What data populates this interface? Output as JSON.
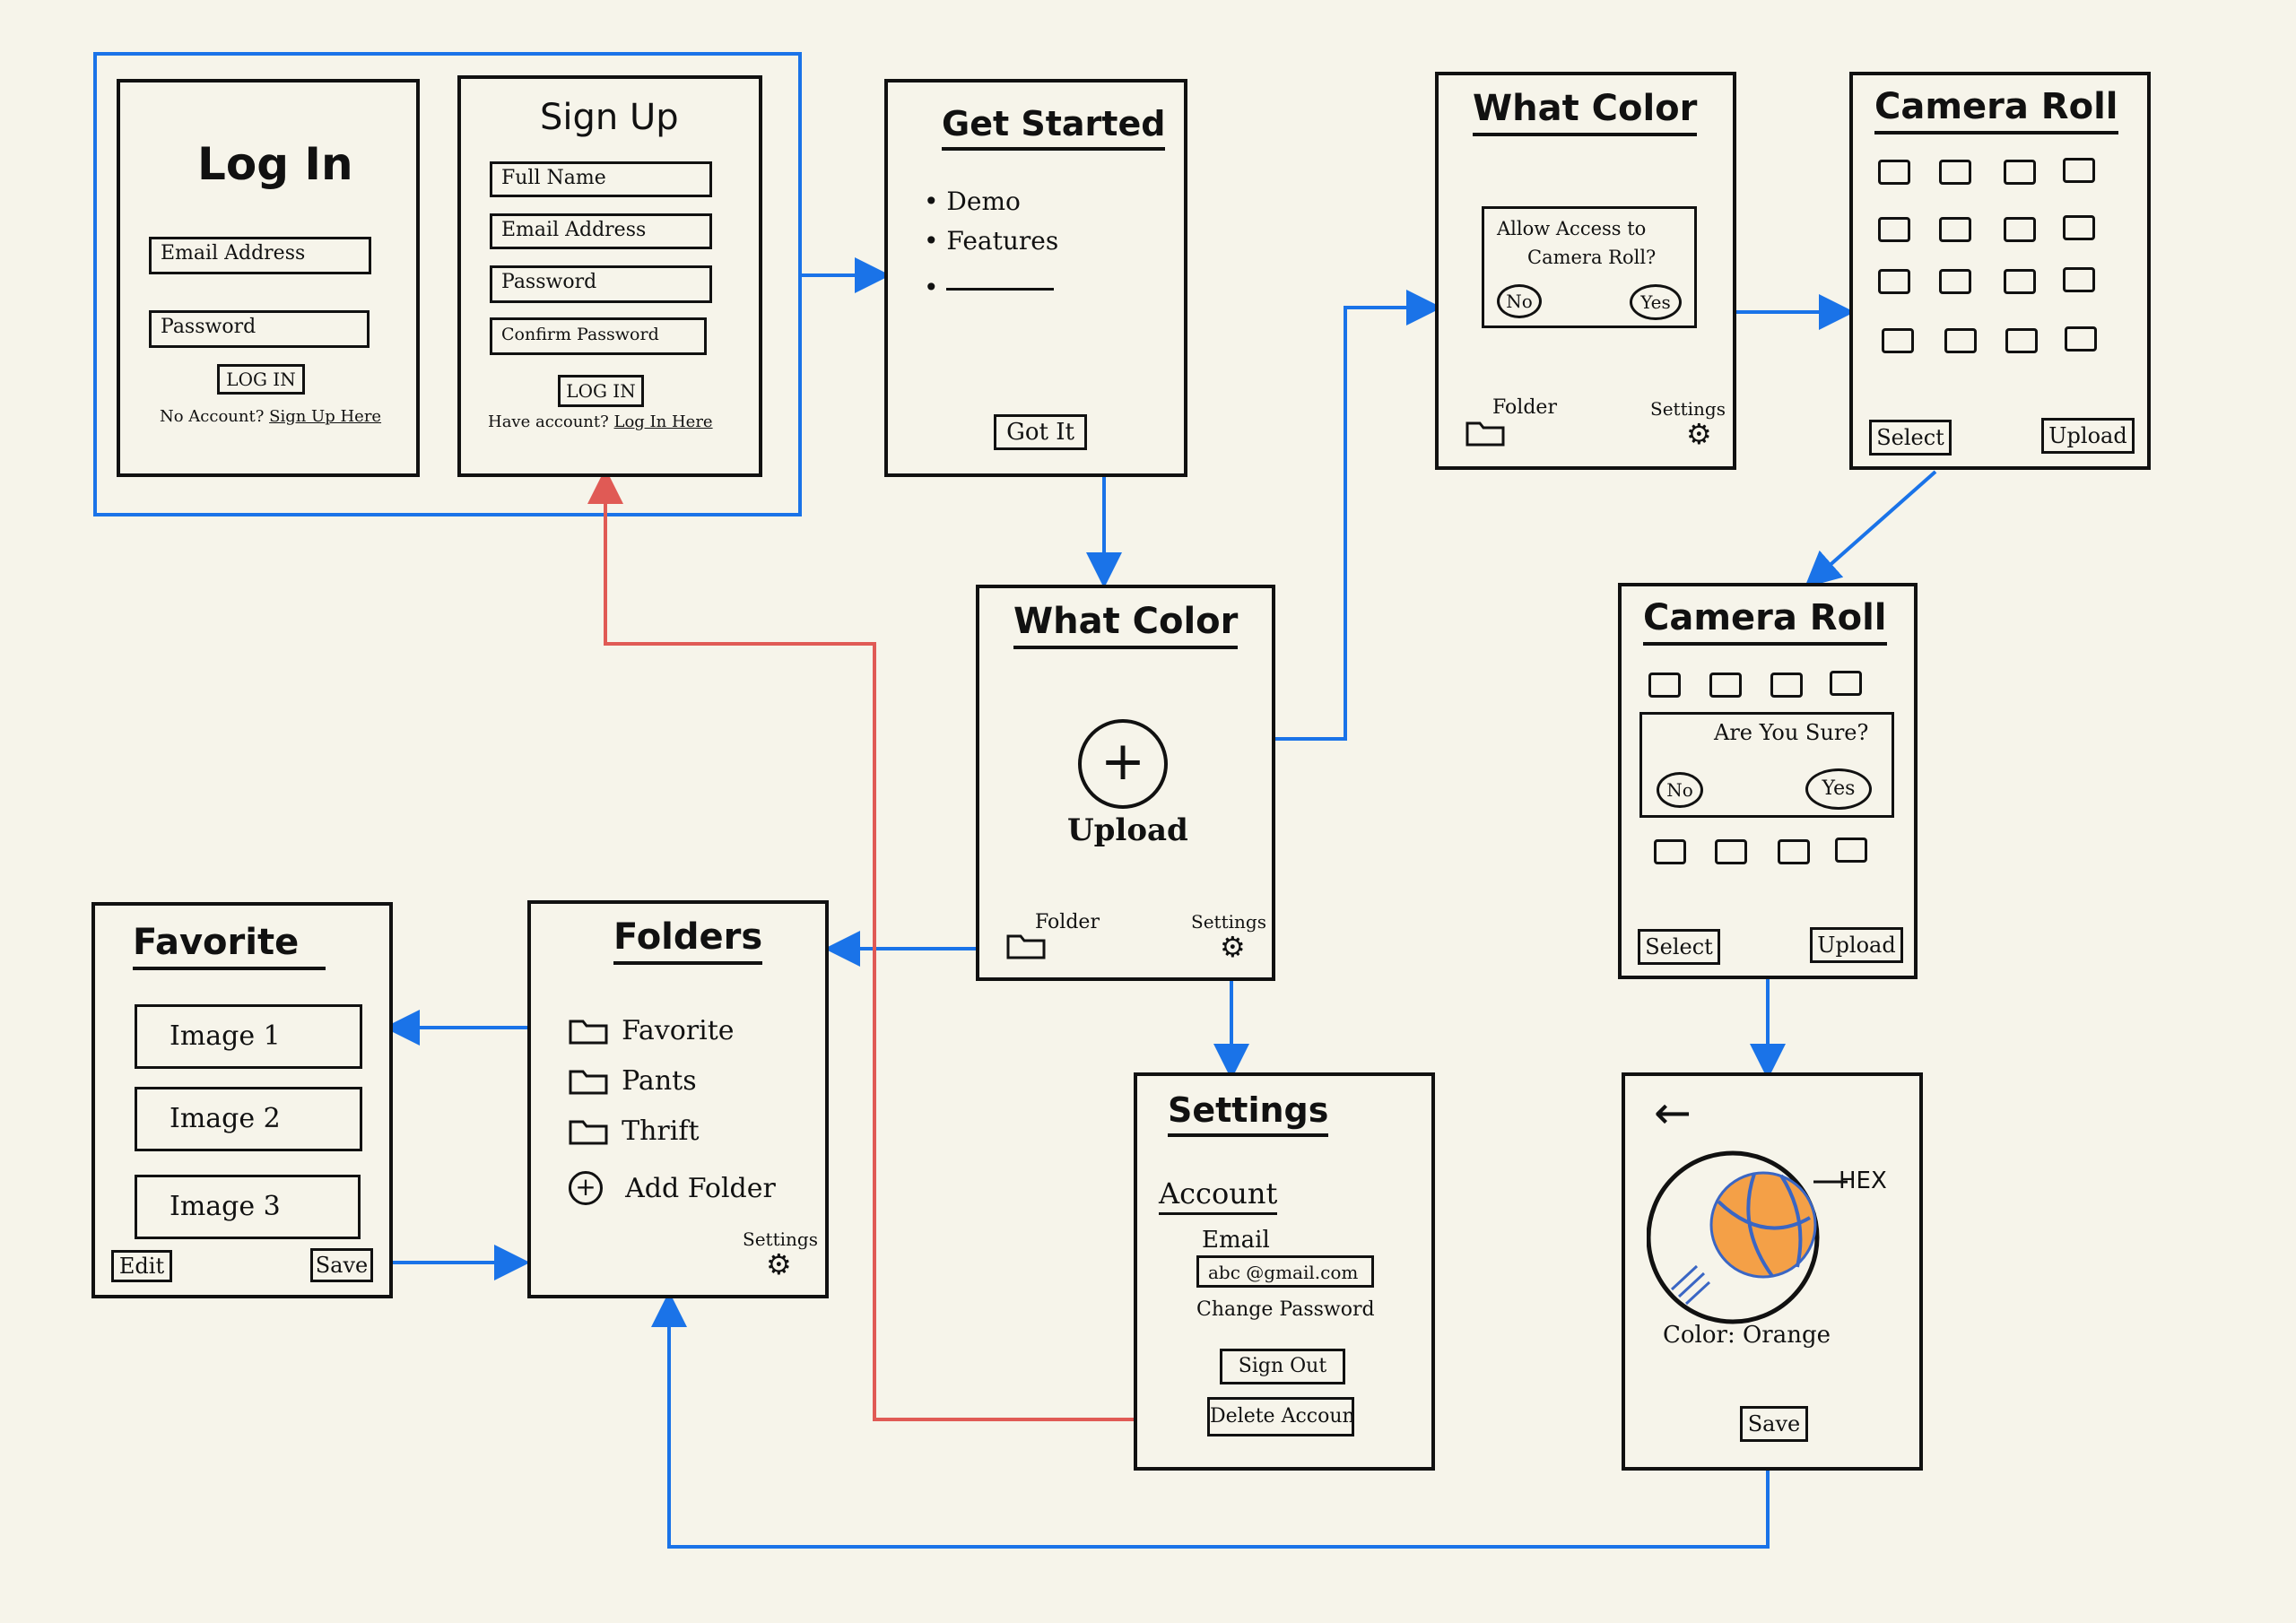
{
  "colors": {
    "background": "#f6f4ea",
    "ink": "#111111",
    "flow_arrow": "#1a73e8",
    "delete_flow_arrow": "#e05a55",
    "basketball": "#f4a047",
    "basketball_lines": "#3a66c4"
  },
  "login": {
    "title": "Log In",
    "email_placeholder": "Email Address",
    "password_placeholder": "Password",
    "login_button": "LOG IN",
    "no_account_text": "No Account?",
    "signup_link": "Sign Up Here"
  },
  "signup": {
    "title": "Sign Up",
    "full_name_placeholder": "Full Name",
    "email_placeholder": "Email Address",
    "password_placeholder": "Password",
    "confirm_password_placeholder": "Confirm Password",
    "login_button": "LOG IN",
    "have_account_text": "Have account?",
    "login_link": "Log In Here"
  },
  "get_started": {
    "title": "Get Started",
    "bullets": [
      "Demo",
      "Features"
    ],
    "got_it_button": "Got It"
  },
  "what_color_permission": {
    "title": "What Color",
    "dialog_text_line1": "Allow Access to",
    "dialog_text_line2": "Camera Roll?",
    "no_button": "No",
    "yes_button": "Yes",
    "folder_label": "Folder",
    "settings_label": "Settings"
  },
  "camera_roll_grid": {
    "title": "Camera Roll",
    "select_button": "Select",
    "upload_button": "Upload"
  },
  "what_color_upload": {
    "title": "What Color",
    "upload_label": "Upload",
    "folder_label": "Folder",
    "settings_label": "Settings"
  },
  "camera_roll_confirm": {
    "title": "Camera Roll",
    "dialog_text": "Are You Sure?",
    "no_button": "No",
    "yes_button": "Yes",
    "select_button": "Select",
    "upload_button": "Upload"
  },
  "favorite": {
    "title": "Favorite",
    "images": [
      "Image 1",
      "Image 2",
      "Image 3"
    ],
    "edit_button": "Edit",
    "save_button": "Save"
  },
  "folders": {
    "title": "Folders",
    "items": [
      "Favorite",
      "Pants",
      "Thrift"
    ],
    "add_folder_label": "Add Folder",
    "settings_label": "Settings"
  },
  "settings": {
    "title": "Settings",
    "account_heading": "Account",
    "email_label": "Email",
    "email_value": "abc @gmail.com",
    "change_password_link": "Change Password",
    "sign_out_button": "Sign Out",
    "delete_account_button": "Delete Account"
  },
  "result": {
    "back_arrow": "←",
    "hex_label": "HEX",
    "color_label": "Color: Orange",
    "save_button": "Save"
  }
}
